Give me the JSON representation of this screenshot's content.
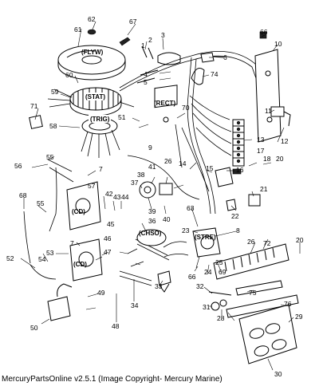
{
  "caption": "MercuryPartsOnline v2.5.1 (Image Copyright- Mercury Marine)",
  "component_labels": {
    "flywheel": "(FLYW)",
    "stator": "(STAT)",
    "trigger": "(TRIG)",
    "rectifier": "(RECT)",
    "cd_left": "(CD)",
    "cd_lower": "(CD)",
    "choke_solenoid": "(CHSO)",
    "starter_solenoid": "(STRE)"
  },
  "callouts": [
    "62",
    "67",
    "61",
    "1",
    "2",
    "3",
    "66",
    "10",
    "60",
    "6",
    "74",
    "59",
    "71",
    "4",
    "5",
    "70",
    "11",
    "58",
    "51",
    "9",
    "13",
    "12",
    "55",
    "56",
    "7",
    "14",
    "26",
    "15",
    "16",
    "17",
    "18",
    "20",
    "57",
    "38",
    "37",
    "41",
    "21",
    "68",
    "42",
    "43",
    "44",
    "39",
    "40",
    "22",
    "36",
    "23",
    "63",
    "55",
    "8",
    "45",
    "46",
    "53",
    "47",
    "7",
    "24",
    "25",
    "26",
    "72",
    "20",
    "52",
    "54",
    "66",
    "33",
    "69",
    "32",
    "75",
    "49",
    "31",
    "28",
    "76",
    "29",
    "50",
    "48",
    "34",
    "30"
  ]
}
